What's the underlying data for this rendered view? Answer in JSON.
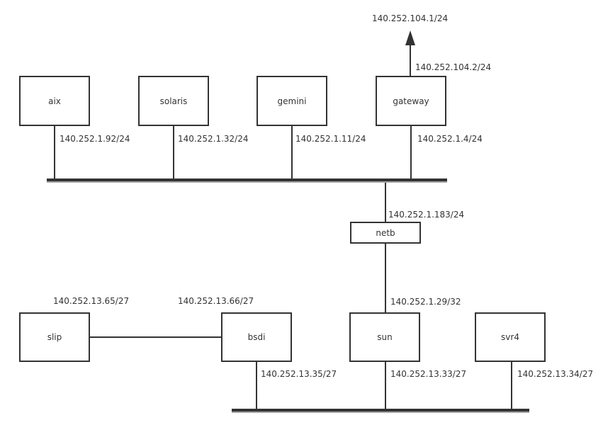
{
  "diagram": {
    "type": "network-topology",
    "nodes": [
      {
        "id": "aix",
        "label": "aix"
      },
      {
        "id": "solaris",
        "label": "solaris"
      },
      {
        "id": "gemini",
        "label": "gemini"
      },
      {
        "id": "gateway",
        "label": "gateway"
      },
      {
        "id": "netb",
        "label": "netb"
      },
      {
        "id": "slip",
        "label": "slip"
      },
      {
        "id": "bsdi",
        "label": "bsdi"
      },
      {
        "id": "sun",
        "label": "sun"
      },
      {
        "id": "svr4",
        "label": "svr4"
      }
    ],
    "ip_labels": [
      {
        "id": "upstream-network",
        "text": "140.252.104.1/24"
      },
      {
        "id": "gateway-external-if",
        "text": "140.252.104.2/24"
      },
      {
        "id": "aix-if",
        "text": "140.252.1.92/24"
      },
      {
        "id": "solaris-if",
        "text": "140.252.1.32/24"
      },
      {
        "id": "gemini-if",
        "text": "140.252.1.11/24"
      },
      {
        "id": "gateway-if",
        "text": "140.252.1.4/24"
      },
      {
        "id": "netb-top-if",
        "text": "140.252.1.183/24"
      },
      {
        "id": "netb-sun-if",
        "text": "140.252.1.29/32"
      },
      {
        "id": "slip-if",
        "text": "140.252.13.65/27"
      },
      {
        "id": "bsdi-left-if",
        "text": "140.252.13.66/27"
      },
      {
        "id": "bsdi-bottom-if",
        "text": "140.252.13.35/27"
      },
      {
        "id": "sun-bottom-if",
        "text": "140.252.13.33/27"
      },
      {
        "id": "svr4-bottom-if",
        "text": "140.252.13.34/27"
      }
    ],
    "buses": [
      {
        "id": "top-ethernet"
      },
      {
        "id": "bottom-ethernet"
      }
    ],
    "colors": {
      "line": "#333333",
      "text": "#333333",
      "background": "#ffffff",
      "bus_shadow": "#a8a8a8"
    }
  }
}
